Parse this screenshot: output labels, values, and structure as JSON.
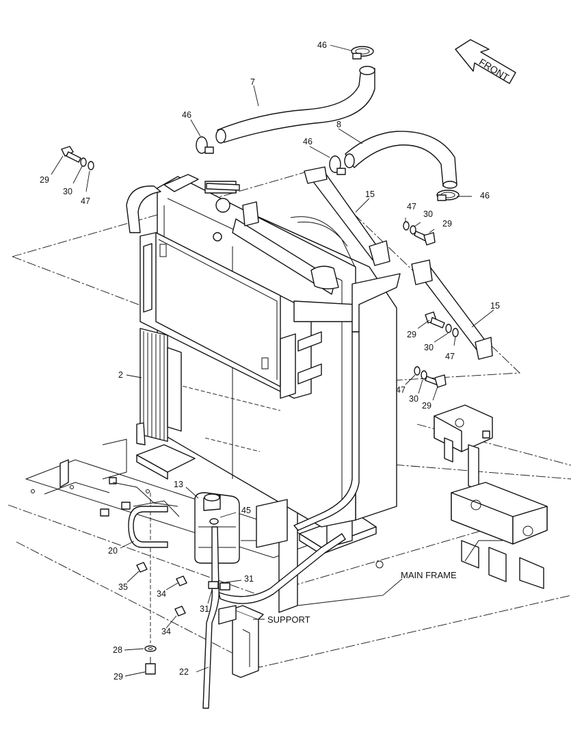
{
  "labels": {
    "front": "FRONT",
    "main_frame": "MAIN FRAME",
    "support": "SUPPORT"
  },
  "callouts": [
    {
      "key": "c46a",
      "text": "46"
    },
    {
      "key": "c7",
      "text": "7"
    },
    {
      "key": "c46b",
      "text": "46"
    },
    {
      "key": "c8",
      "text": "8"
    },
    {
      "key": "c46c",
      "text": "46"
    },
    {
      "key": "c46d",
      "text": "46"
    },
    {
      "key": "c29a",
      "text": "29"
    },
    {
      "key": "c30a",
      "text": "30"
    },
    {
      "key": "c47a",
      "text": "47"
    },
    {
      "key": "c15a",
      "text": "15"
    },
    {
      "key": "c47b",
      "text": "47"
    },
    {
      "key": "c30b",
      "text": "30"
    },
    {
      "key": "c29b",
      "text": "29"
    },
    {
      "key": "c15b",
      "text": "15"
    },
    {
      "key": "c29c",
      "text": "29"
    },
    {
      "key": "c30c",
      "text": "30"
    },
    {
      "key": "c47c",
      "text": "47"
    },
    {
      "key": "c2",
      "text": "2"
    },
    {
      "key": "c47d",
      "text": "47"
    },
    {
      "key": "c30d",
      "text": "30"
    },
    {
      "key": "c29d",
      "text": "29"
    },
    {
      "key": "c13",
      "text": "13"
    },
    {
      "key": "c45",
      "text": "45"
    },
    {
      "key": "c20",
      "text": "20"
    },
    {
      "key": "c35",
      "text": "35"
    },
    {
      "key": "c34a",
      "text": "34"
    },
    {
      "key": "c31a",
      "text": "31"
    },
    {
      "key": "c31b",
      "text": "31"
    },
    {
      "key": "c34b",
      "text": "34"
    },
    {
      "key": "c28",
      "text": "28"
    },
    {
      "key": "c22",
      "text": "22"
    },
    {
      "key": "c29e",
      "text": "29"
    }
  ]
}
